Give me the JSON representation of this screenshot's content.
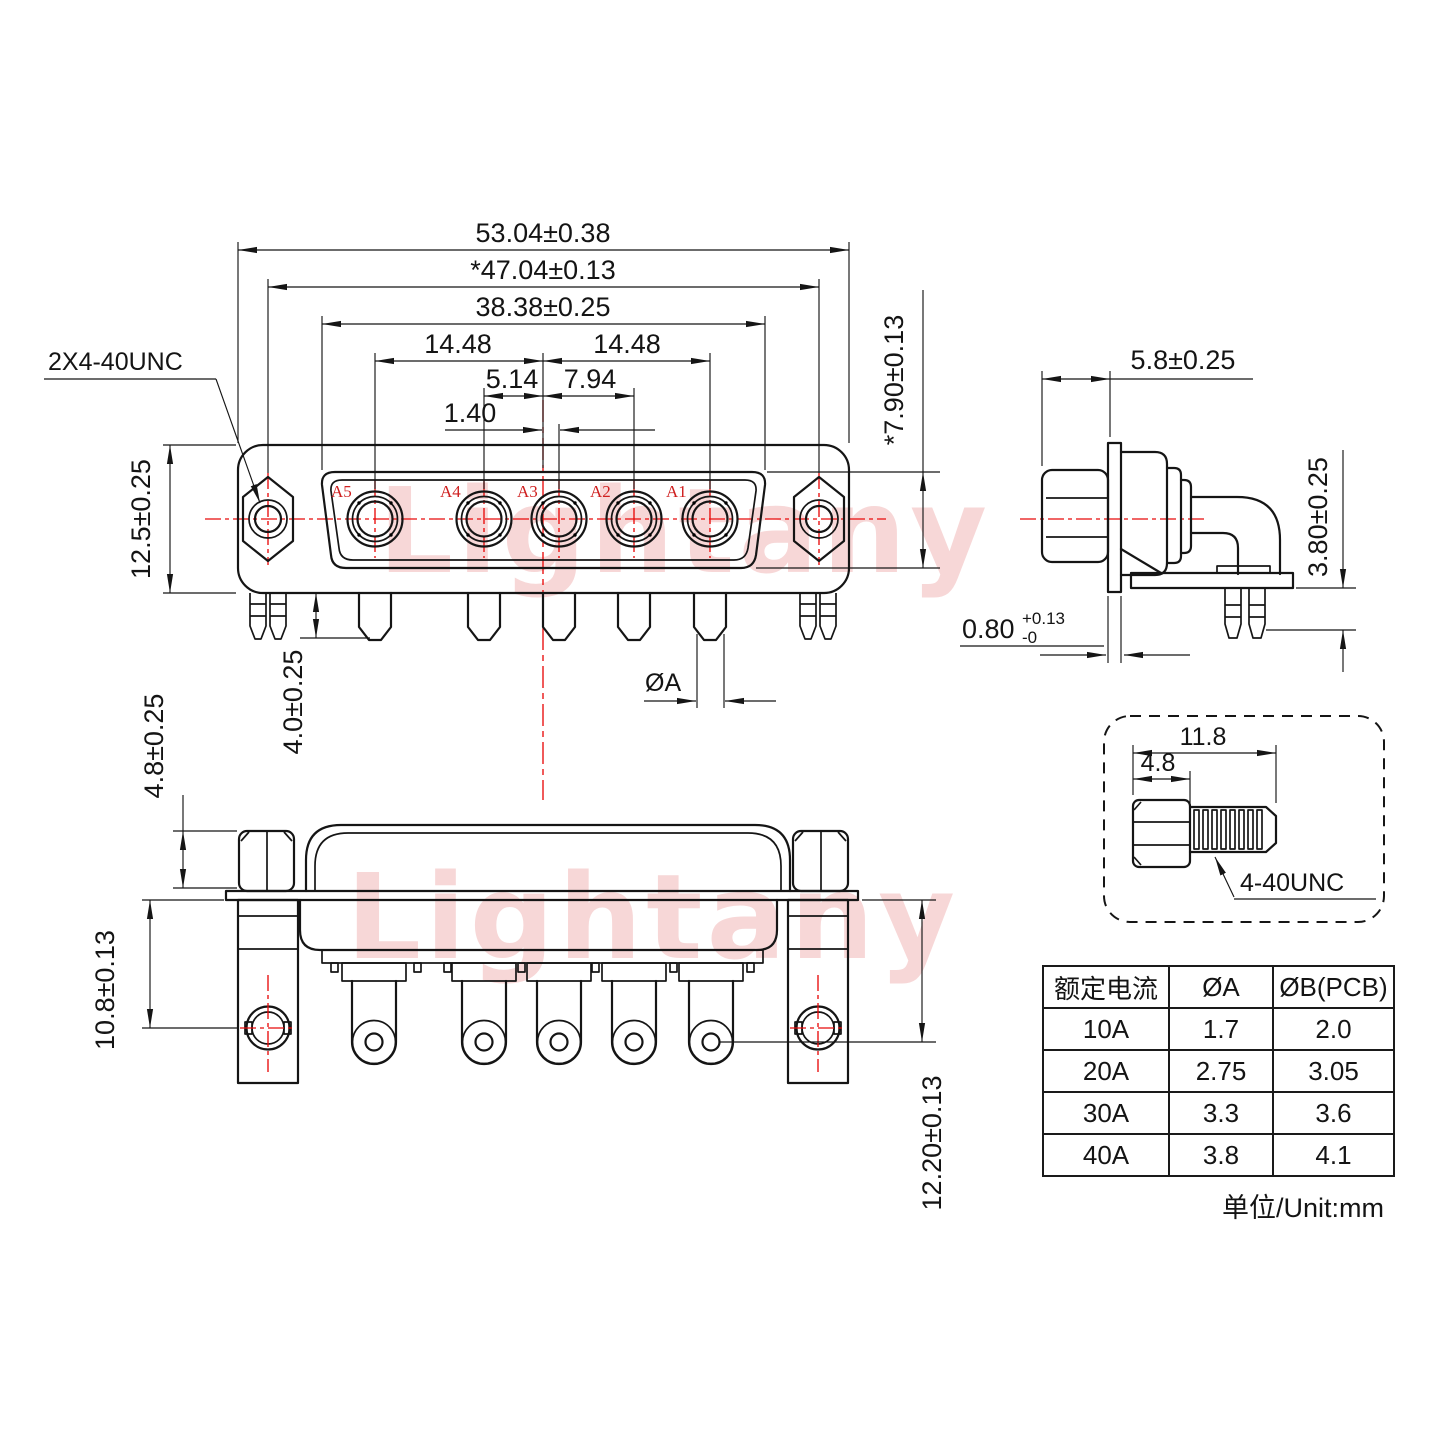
{
  "watermark": {
    "text": "Lightany"
  },
  "front_view": {
    "socket_labels": [
      "A5",
      "A4",
      "A3",
      "A2",
      "A1"
    ],
    "dims": {
      "overall_width": "53.04±0.38",
      "mounting_spacing": "*47.04±0.13",
      "insert_width": "38.38±0.25",
      "pitch_left": "14.48",
      "pitch_right": "14.48",
      "offset_a4": "5.14",
      "offset_a2": "7.94",
      "offset_a3": "1.40",
      "screw_thread": "2X4-40UNC",
      "body_height": "12.5±0.25",
      "insert_height": "*7.90±0.13",
      "pin_length": "4.0±0.25",
      "pin_diameter": "ØA"
    }
  },
  "side_view": {
    "dims": {
      "front_depth": "5.8±0.25",
      "tail_length": "3.80±0.25",
      "flange_thickness": "0.80",
      "flange_tol_plus": "+0.13",
      "flange_tol_minus": "-0"
    }
  },
  "bottom_view": {
    "dims": {
      "nut_height": "4.8±0.25",
      "hole_offset": "10.8±0.13",
      "pin_row_offset": "12.20±0.13"
    }
  },
  "screw_detail": {
    "dims": {
      "overall_length": "11.8",
      "head_length": "4.8"
    },
    "thread_label": "4-40UNC"
  },
  "spec_table": {
    "headers": [
      "额定电流",
      "ØA",
      "ØB(PCB)"
    ],
    "rows": [
      [
        "10A",
        "1.7",
        "2.0"
      ],
      [
        "20A",
        "2.75",
        "3.05"
      ],
      [
        "30A",
        "3.3",
        "3.6"
      ],
      [
        "40A",
        "3.8",
        "4.1"
      ]
    ],
    "unit_note": "单位/Unit:mm"
  }
}
